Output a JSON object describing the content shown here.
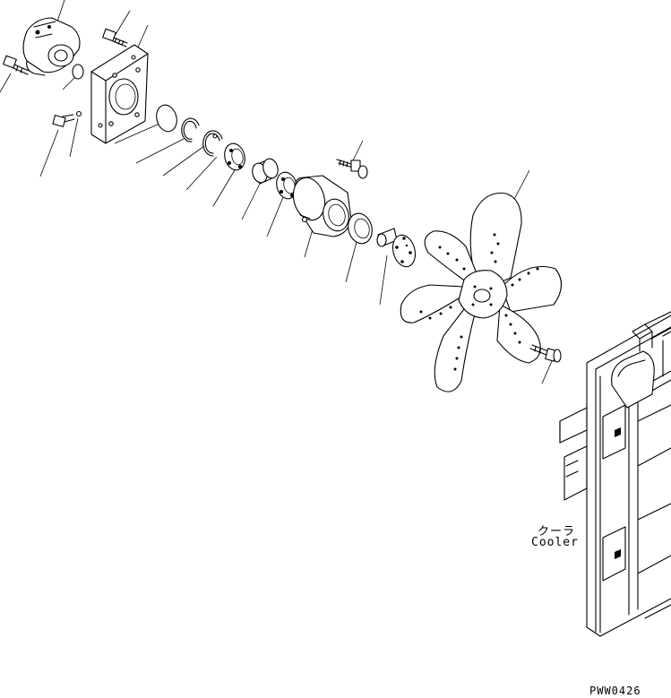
{
  "labels": {
    "cooler_jp": "クーラ",
    "cooler_en": "Cooler",
    "drawing_code": "PWW0426"
  }
}
